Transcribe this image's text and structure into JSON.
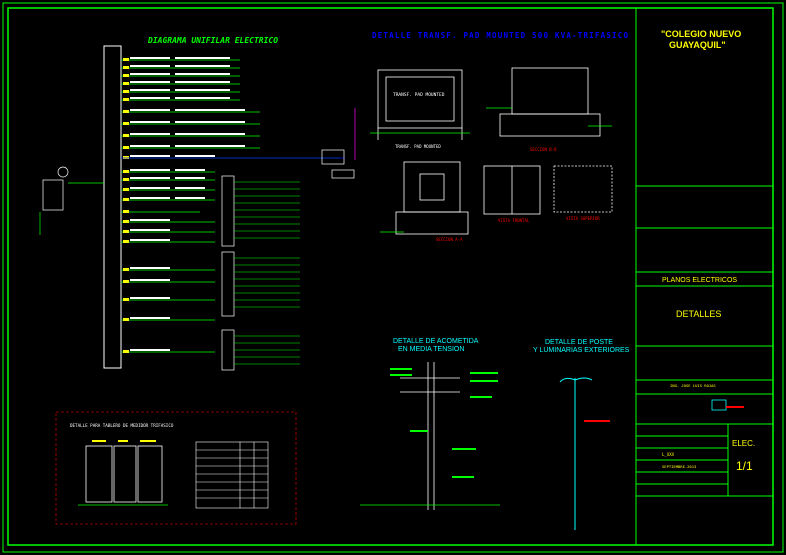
{
  "titles": {
    "diagrama_unifilar": "DIAGRAMA UNIFILAR ELECTRICO",
    "detalle_transf": "DETALLE TRANSF. PAD MOUNTED 500 KVA-TRIFASICO",
    "detalle_acometida_1": "DETALLE DE ACOMETIDA",
    "detalle_acometida_2": "EN MEDIA TENSION",
    "detalle_poste_1": "DETALLE DE POSTE",
    "detalle_poste_2": "Y LUMINARIAS EXTERIORES",
    "detalle_tableros": "DETALLE PARA TABLERO DE MEDIDOR TRIFASICO"
  },
  "transformer": {
    "box_label": "TRANSF. PAD MOUNTED",
    "caption": "TRANSF. PAD MOUNTED",
    "section_b": "SECCION B-B",
    "section_a": "SECCION A-A",
    "vista_frontal": "VISTA FRONTAL",
    "vista_superior": "VISTA SUPERIOR"
  },
  "title_block": {
    "school_name_1": "\"COLEGIO NUEVO",
    "school_name_2": "GUAYAQUIL\"",
    "planos": "PLANOS ELECTRICOS",
    "detalles": "DETALLES",
    "sheet_code": "ELEC.",
    "sheet_number": "1/1",
    "engineer": "ING. JOSE LUIS ROJAS",
    "file": "L_XXX",
    "date": "SEPTIEMBRE-2013"
  }
}
